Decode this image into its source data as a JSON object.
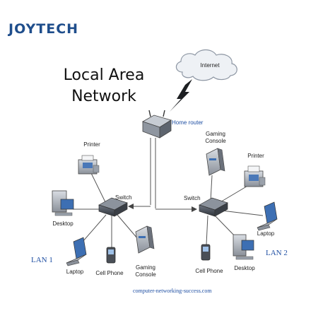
{
  "brand": {
    "logo_text": "JOYTECH"
  },
  "title": {
    "line1": "Local Area",
    "line2": "Network"
  },
  "internet": {
    "label": "Internet"
  },
  "router": {
    "label": "Home router"
  },
  "switches": {
    "left_label": "Switch",
    "right_label": "Switch"
  },
  "lan1": {
    "label": "LAN 1",
    "devices": {
      "printer": "Printer",
      "desktop": "Desktop",
      "laptop": "Laptop",
      "phone": "Cell Phone",
      "console_line1": "Gaming",
      "console_line2": "Console"
    }
  },
  "lan2": {
    "label": "LAN 2",
    "devices": {
      "console_line1": "Gaming",
      "console_line2": "Console",
      "printer": "Printer",
      "laptop": "Laptop",
      "phone": "Cell Phone",
      "desktop": "Desktop"
    }
  },
  "footer": {
    "source": "computer-networking-success.com"
  },
  "colors": {
    "brand": "#1f4e8c",
    "label_blue": "#1f4fa3"
  }
}
